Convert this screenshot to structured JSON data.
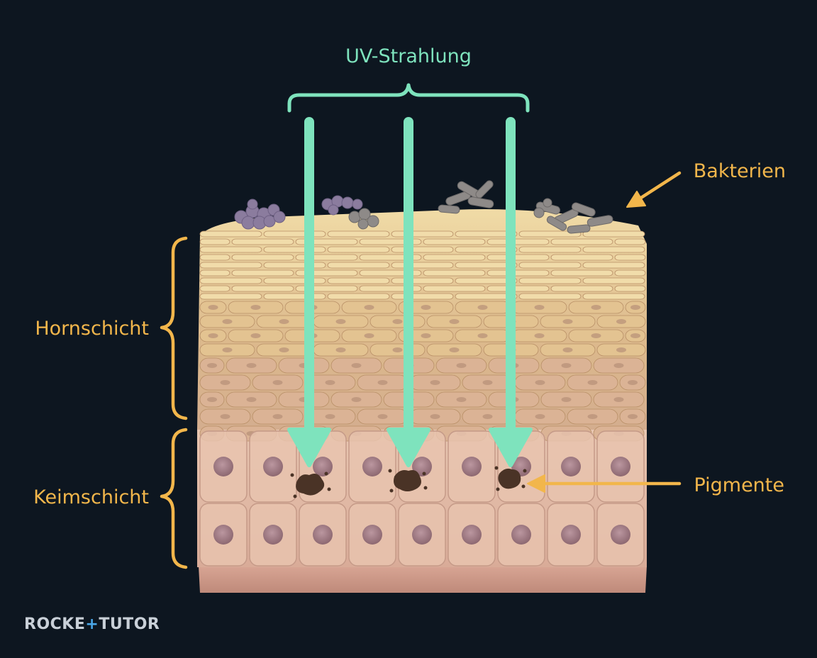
{
  "labels": {
    "uv": "UV-Strahlung",
    "bacteria": "Bakterien",
    "horn_layer": "Hornschicht",
    "germ_layer": "Keimschicht",
    "pigments": "Pigmente"
  },
  "logo": {
    "left": "ROCKE",
    "plus": "+",
    "right": "TUTOR"
  },
  "colors": {
    "background": "#0d1620",
    "uv": "#7ee3bd",
    "labels": "#f2b64b",
    "horn_cell": "#e8cf98",
    "germ_cell": "#e7c3ae",
    "nucleus": "#a57f86",
    "pigment": "#4a3326",
    "bacteria_cocci": "#8b7c9e",
    "bacteria_rods": "#8e8a88"
  }
}
